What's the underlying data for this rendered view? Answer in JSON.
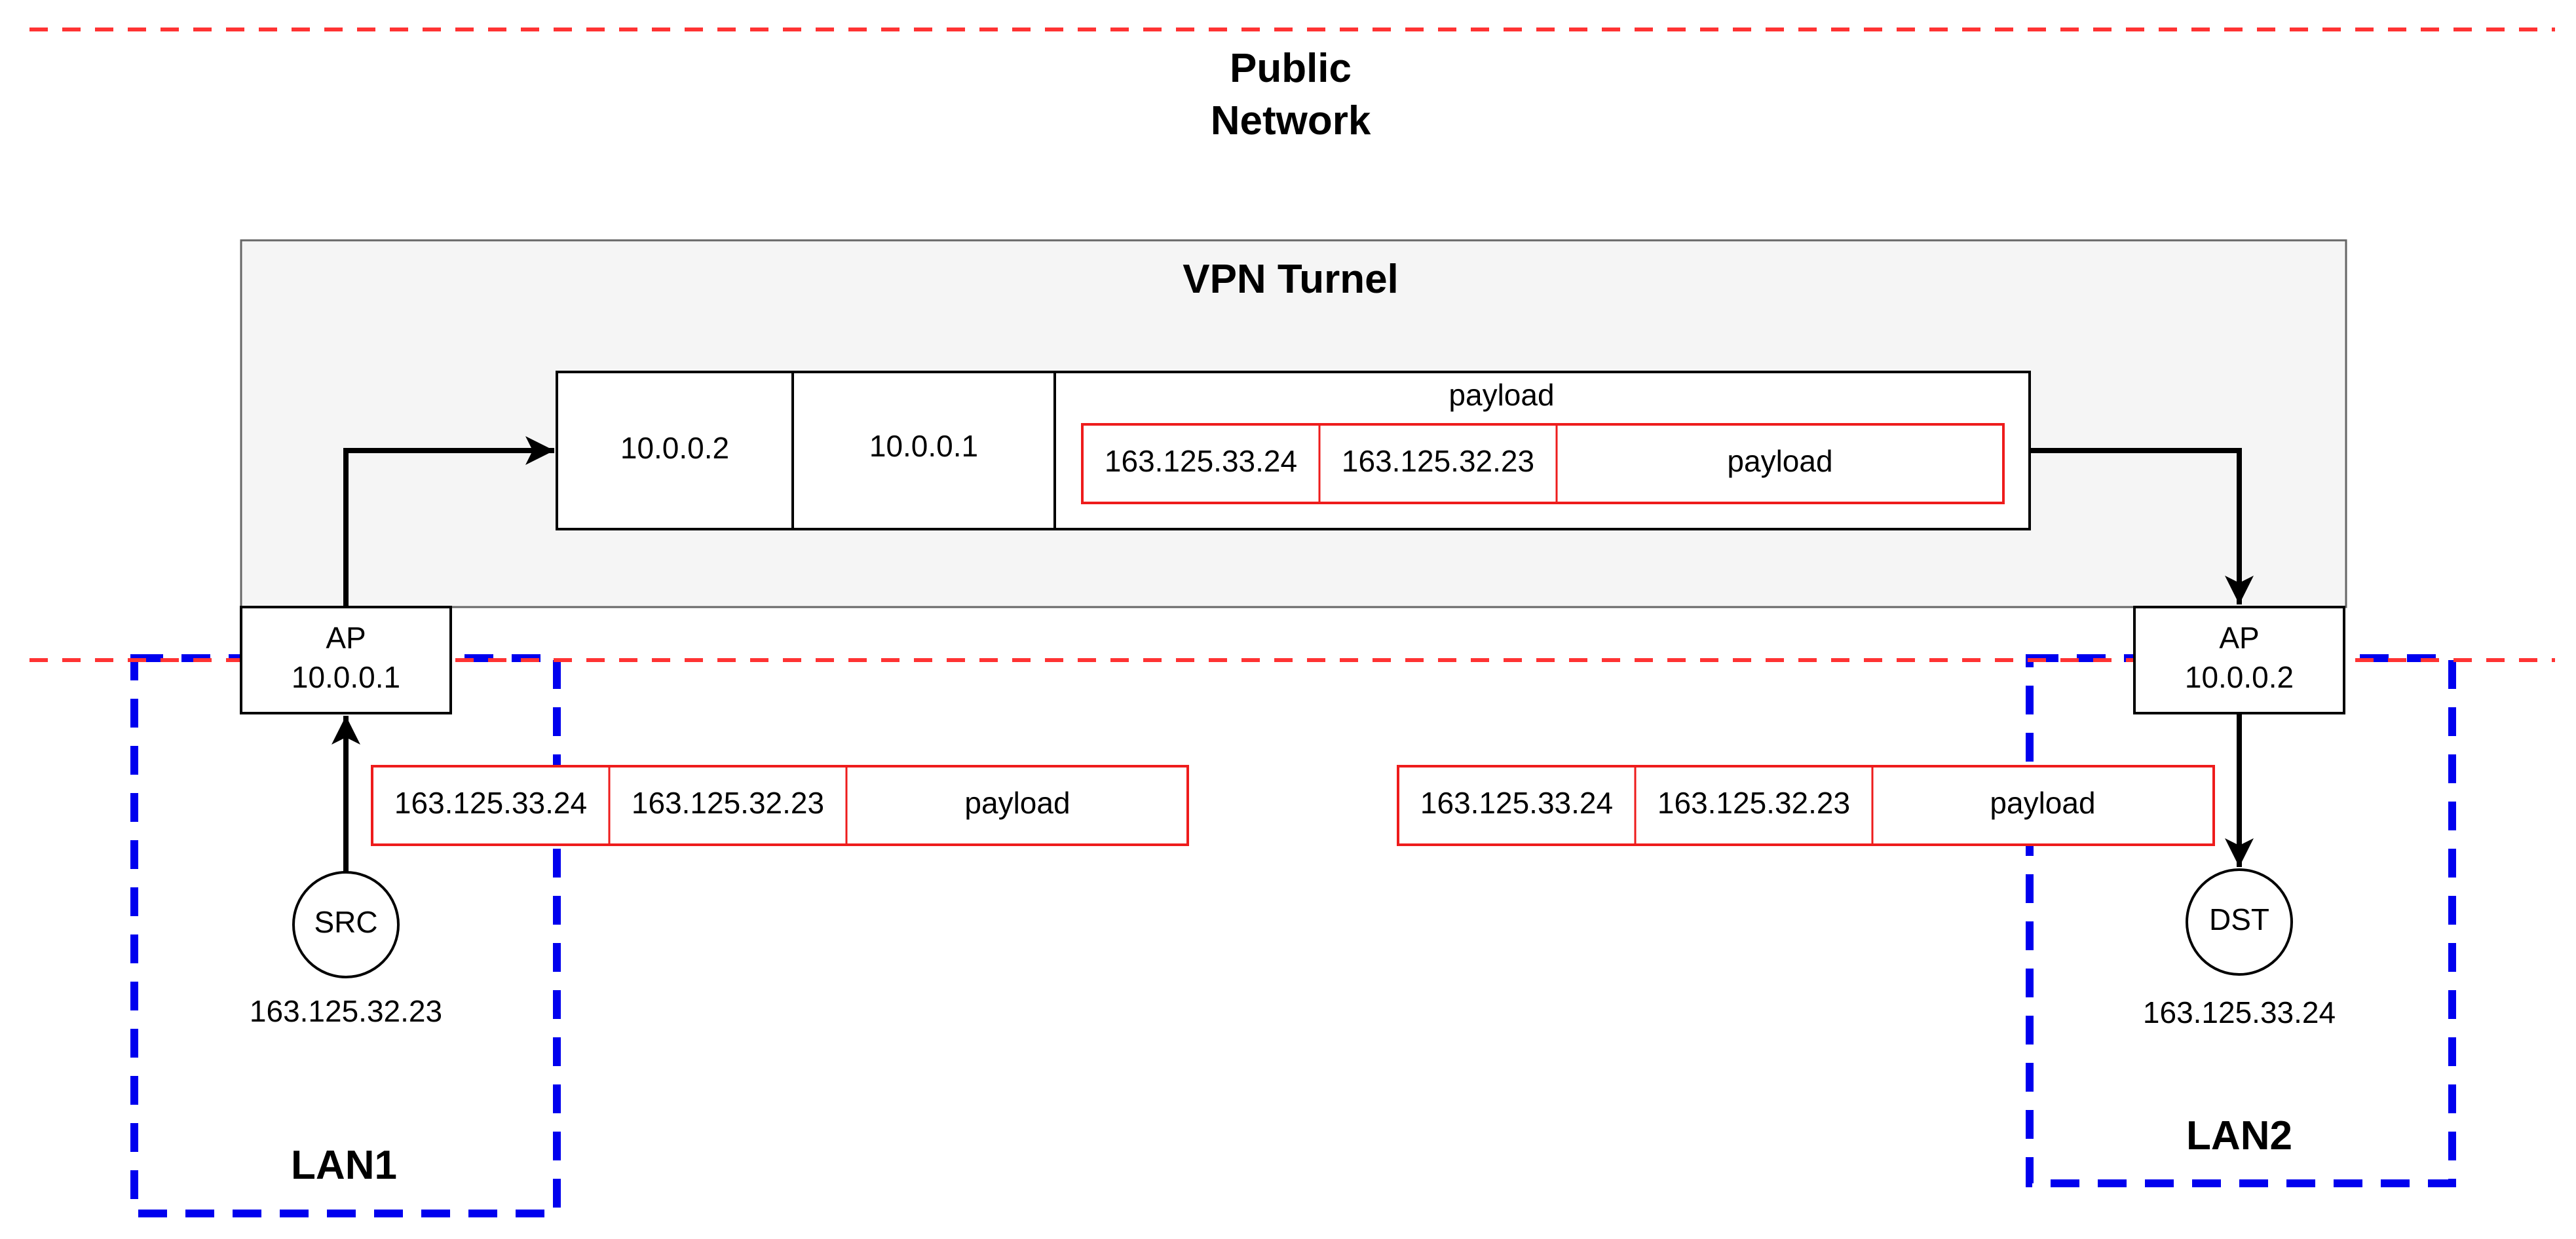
{
  "colors": {
    "public_boundary": "#ff3333",
    "lan_boundary": "#0000ee",
    "tunnel_fill": "#f5f5f5",
    "tunnel_stroke": "#666666",
    "inner_packet_stroke": "#ee1c1c",
    "stroke": "#000000"
  },
  "public_network": {
    "label_line1": "Public",
    "label_line2": "Network"
  },
  "vpn_tunnel": {
    "label": "VPN Turnel",
    "outer_packet": {
      "dst": "10.0.0.2",
      "src": "10.0.0.1",
      "payload_label": "payload",
      "inner": {
        "dst": "163.125.33.24",
        "src": "163.125.32.23",
        "payload": "payload"
      }
    }
  },
  "ap_left": {
    "line1": "AP",
    "line2": "10.0.0.1"
  },
  "ap_right": {
    "line1": "AP",
    "line2": "10.0.0.2"
  },
  "packet_left": {
    "dst": "163.125.33.24",
    "src": "163.125.32.23",
    "payload": "payload"
  },
  "packet_right": {
    "dst": "163.125.33.24",
    "src": "163.125.32.23",
    "payload": "payload"
  },
  "src_node": {
    "label": "SRC",
    "ip": "163.125.32.23"
  },
  "dst_node": {
    "label": "DST",
    "ip": "163.125.33.24"
  },
  "lan1": {
    "label": "LAN1"
  },
  "lan2": {
    "label": "LAN2"
  }
}
